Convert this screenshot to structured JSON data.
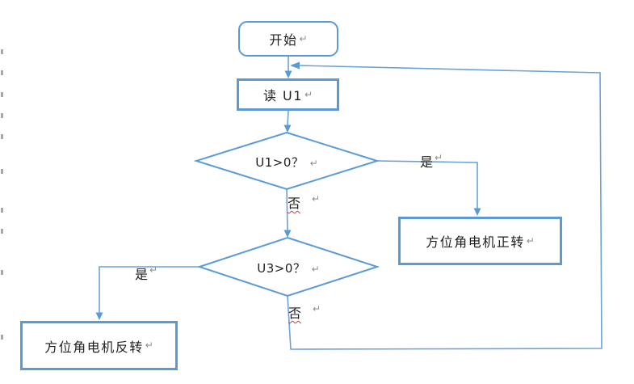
{
  "flowchart": {
    "nodes": {
      "start": {
        "label": "开始"
      },
      "read_u1": {
        "label": "读 U1"
      },
      "decision_u1": {
        "label": "U1>0？"
      },
      "decision_u3": {
        "label": "U3>0？"
      },
      "motor_forward": {
        "label": "方位角电机正转"
      },
      "motor_reverse": {
        "label": "方位角电机反转"
      }
    },
    "edges": {
      "u1_yes": {
        "label": "是"
      },
      "u1_no": {
        "label": "否"
      },
      "u3_yes": {
        "label": "是"
      },
      "u3_no": {
        "label": "否"
      }
    },
    "paragraph_mark": "↵",
    "colors": {
      "shape_stroke": "#5b9bd5",
      "connector": "#6ba2d8",
      "arrowhead": "#5b9bd5",
      "text": "#1f1f1f",
      "paragraph_mark_color": "#8c8c8c",
      "spellcheck_underline": "#e03434",
      "background": "#ffffff"
    },
    "margin_marks_y": [
      61,
      87,
      114,
      140,
      166,
      209,
      257,
      283,
      334,
      414
    ]
  }
}
